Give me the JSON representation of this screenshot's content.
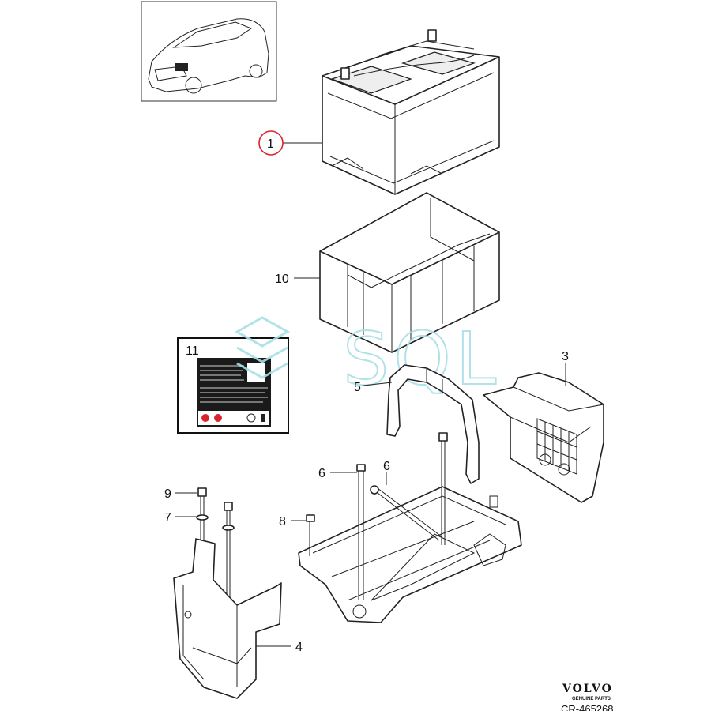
{
  "callouts": {
    "c1": "1",
    "c10": "10",
    "c11": "11",
    "c5": "5",
    "c3": "3",
    "c6a": "6",
    "c6b": "6",
    "c9": "9",
    "c7": "7",
    "c8": "8",
    "c4": "4"
  },
  "watermark": "SQL",
  "brand": {
    "name": "VOLVO",
    "subtitle": "GENUINE PARTS",
    "code": "CR-465268"
  },
  "colors": {
    "highlight_circle": "#d9252a",
    "watermark": "#a8dfe6",
    "line": "#222222"
  }
}
